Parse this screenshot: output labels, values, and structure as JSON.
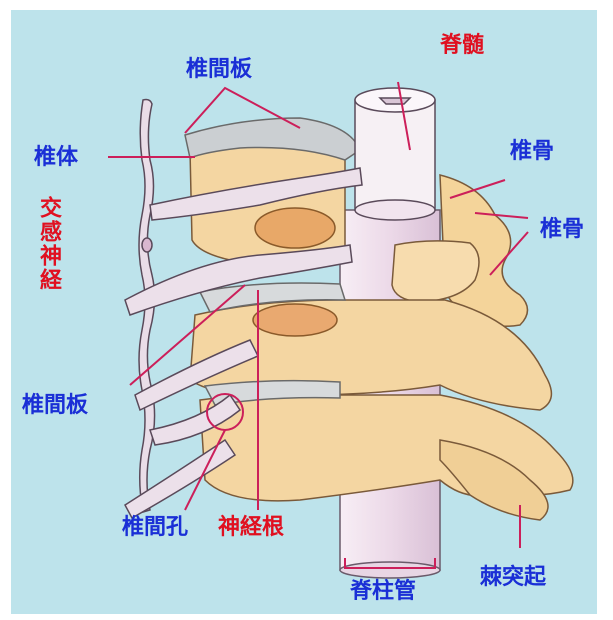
{
  "labels": {
    "intervertebral_disc_top": "椎間板",
    "spinal_cord": "脊髄",
    "vertebral_body": "椎体",
    "vertebra_1": "椎骨",
    "vertebra_2": "椎骨",
    "sympathetic_nerve": "交感神経",
    "intervertebral_disc_lower": "椎間板",
    "intervertebral_foramen": "椎間孔",
    "nerve_root": "神経根",
    "spinal_canal": "脊柱管",
    "spinous_process": "棘突起"
  },
  "colors": {
    "background": "#bde3eb",
    "bone": "#f6d9a4",
    "bone_shade": "#e4b47a",
    "disc": "#c9cdd0",
    "nerve": "#e9dbe6",
    "cord": "#f2e6f0",
    "label_blue": "#1a2fd6",
    "label_red": "#e01020",
    "pointer": "#cc1f5a"
  }
}
